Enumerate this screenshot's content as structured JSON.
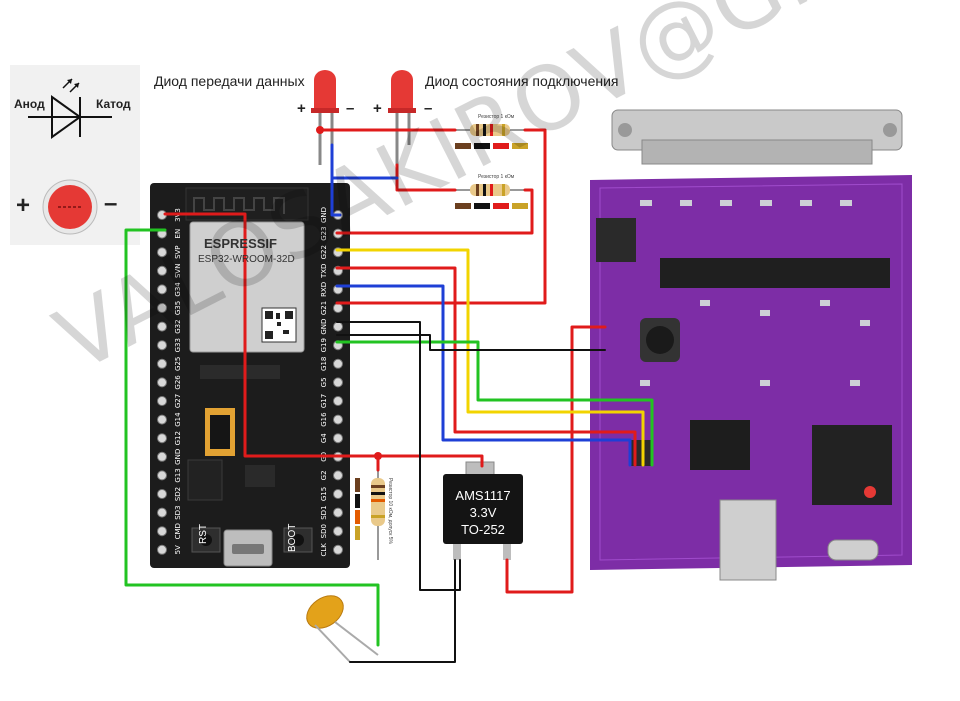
{
  "labels": {
    "tx_led": "Диод передачи данных",
    "conn_led": "Диод состояния подключения",
    "anode": "Анод",
    "cathode": "Катод",
    "plus": "+",
    "minus": "–"
  },
  "esp32": {
    "brand": "ESPRESSIF",
    "model": "ESP32-WROOM-32D",
    "rst": "RST",
    "boot": "BOOT",
    "left_pins": [
      "3V3",
      "EN",
      "SVP",
      "SVN",
      "G34",
      "G35",
      "G32",
      "G33",
      "G25",
      "G26",
      "G27",
      "G14",
      "G12",
      "GND",
      "G13",
      "SD2",
      "SD3",
      "CMD",
      "5V"
    ],
    "right_pins": [
      "GND",
      "G23",
      "G22",
      "TXD",
      "RXD",
      "G21",
      "GND",
      "G19",
      "G18",
      "G5",
      "G17",
      "G16",
      "G4",
      "G0",
      "G2",
      "G15",
      "SD1",
      "SD0",
      "CLK"
    ]
  },
  "regulator": {
    "line1": "AMS1117",
    "line2": "3.3V",
    "line3": "TO-252"
  },
  "resistor": {
    "label": "Резистор 1 кОм"
  },
  "resistor_big": {
    "label": "Резистор 10 кОм, допуск 5%"
  },
  "watermark": "VALOSAKIROV@GMAIL.COM",
  "colors": {
    "red": "#e01b1b",
    "blue": "#1e3fd6",
    "yellow": "#f2d400",
    "green": "#22c322",
    "black": "#111111",
    "board_purple": "#7d2da6",
    "esp_board": "#1c1c1c",
    "led_red": "#e53935"
  }
}
